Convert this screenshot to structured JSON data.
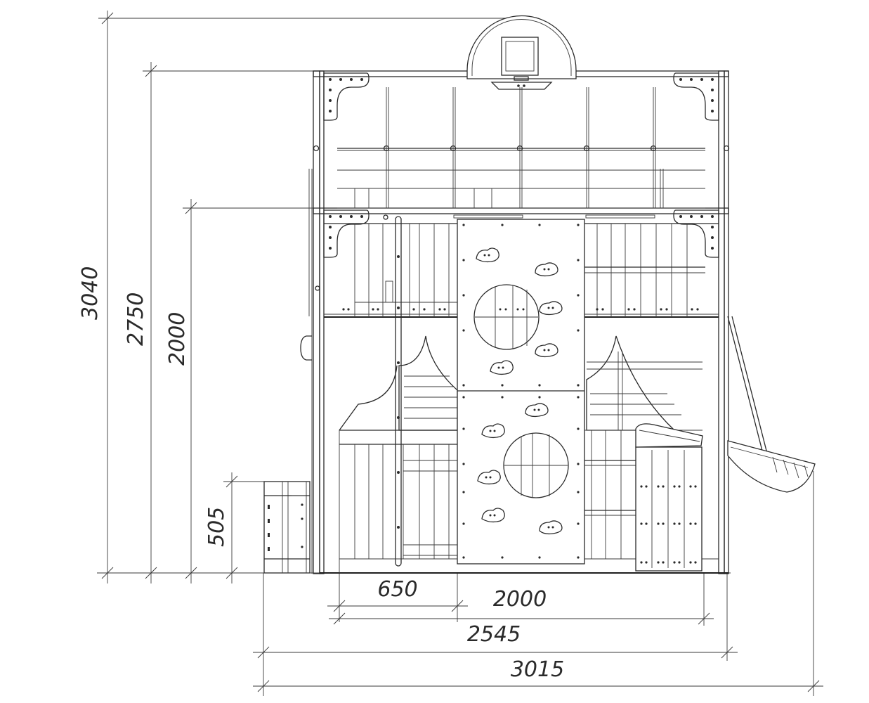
{
  "dimensions": {
    "height_total": "3040",
    "height_basket_frame": "2750",
    "height_platform": "2000",
    "height_side_bench": "505",
    "width_ladder": "650",
    "width_climbing_wall": "2000",
    "width_main": "2545",
    "width_overall": "3015"
  }
}
